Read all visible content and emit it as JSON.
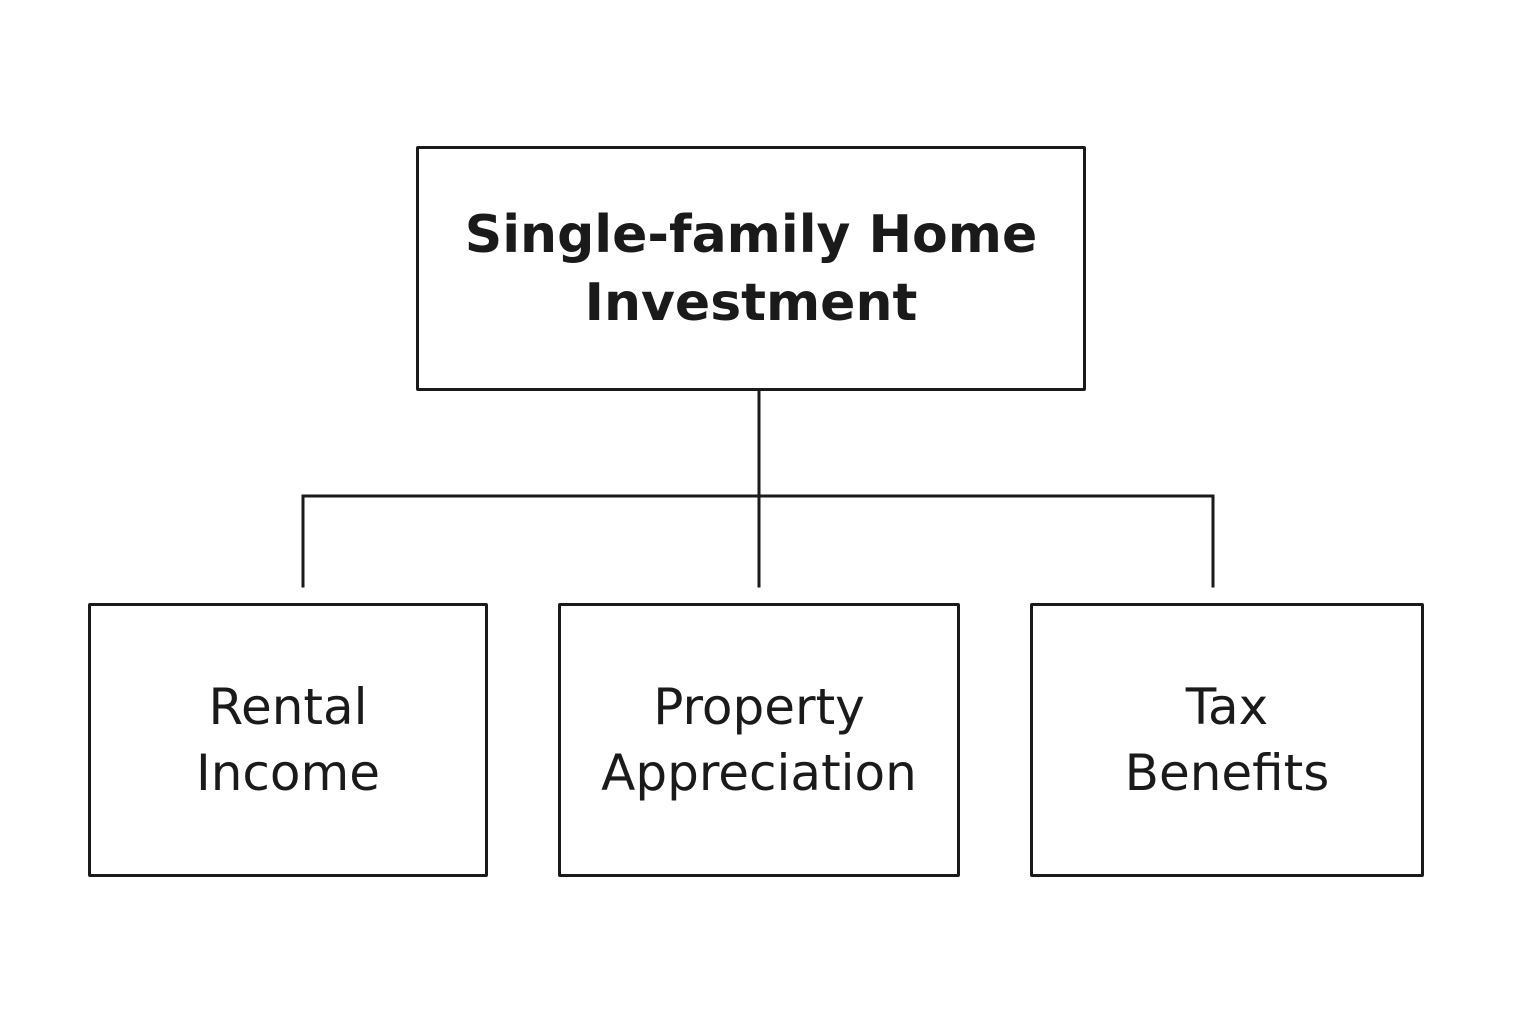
{
  "diagram": {
    "root": {
      "line1": "Single-family Home",
      "line2": "Investment"
    },
    "children": [
      {
        "line1": "Rental",
        "line2": "Income"
      },
      {
        "line1": "Property",
        "line2": "Appreciation"
      },
      {
        "line1": "Tax",
        "line2": "Benefits"
      }
    ],
    "colors": {
      "stroke": "#1a1a1a",
      "background": "#ffffff"
    }
  }
}
